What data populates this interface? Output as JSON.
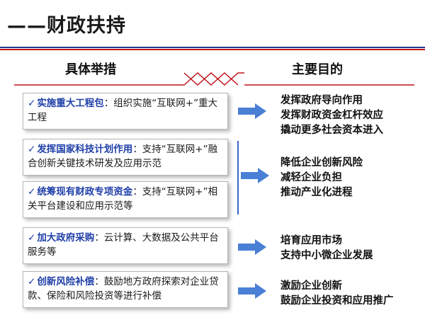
{
  "title": "——财政扶持",
  "headers": {
    "left": "具体举措",
    "right": "主要目的"
  },
  "measures": [
    {
      "check": "✓",
      "highlight": "实施重大工程包",
      "text": "：组织实施“互联网+”重大工程"
    },
    {
      "check": "✓",
      "highlight": "发挥国家科技计划作用",
      "text": "：支持“互联网+”融合创新关键技术研发及应用示范"
    },
    {
      "check": "✓",
      "highlight": "统筹现有财政专项资金",
      "text": "：支持“互联网+”相关平台建设和应用示范等"
    },
    {
      "check": "✓",
      "highlight": "加大政府采购",
      "text": "：云计算、大数据及公共平台服务等"
    },
    {
      "check": "✓",
      "highlight": "创新风险补偿",
      "text": "：鼓励地方政府探索对企业贷款、保险和风险投资等进行补偿"
    }
  ],
  "goals": [
    [
      "发挥政府导向作用",
      "发挥财政资金杠杆效应",
      "撬动更多社会资本进入"
    ],
    [
      "降低企业创新风险",
      "减轻企业负担",
      "推动产业化进程"
    ],
    [
      "培育应用市场",
      "支持中小微企业发展"
    ],
    [
      "激励企业创新",
      "鼓励企业投资和应用推广"
    ]
  ],
  "colors": {
    "accent_blue": "#1f3fa8",
    "arrow_blue": "#4a7fd6",
    "red_line": "#c0141b",
    "navy_line": "#1f3a8a"
  }
}
